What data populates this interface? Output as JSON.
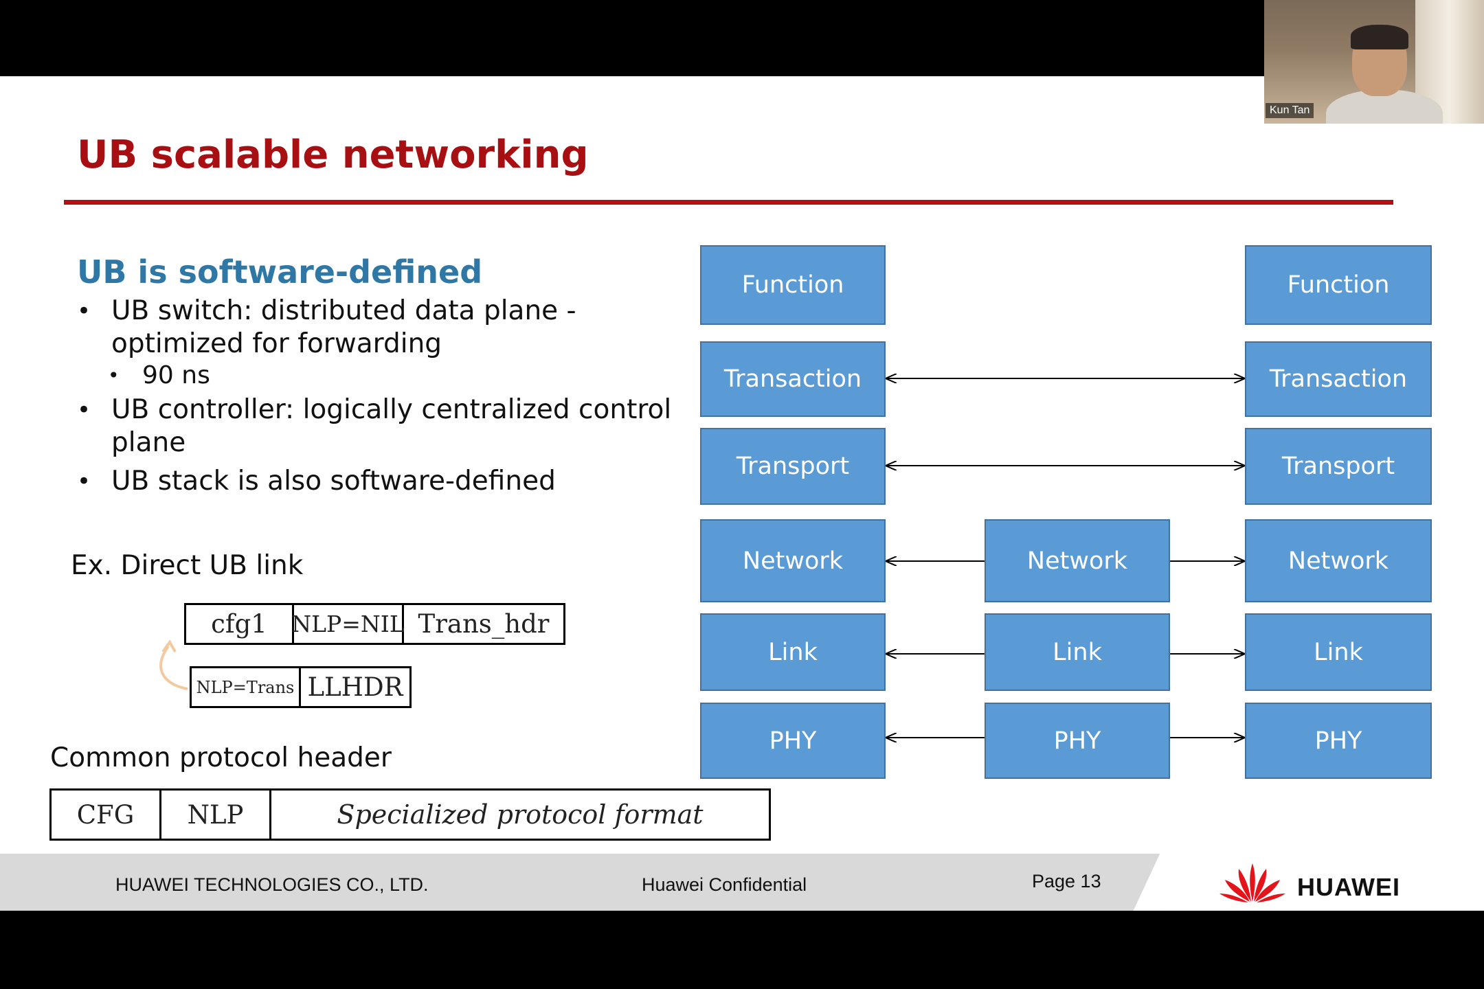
{
  "slide": {
    "title": "UB scalable networking",
    "subtitle": "UB is software-defined",
    "bullets": [
      "UB switch: distributed data plane - optimized for forwarding",
      "90 ns",
      "UB controller: logically centralized control plane",
      "UB stack is also software-defined"
    ],
    "example_label": "Ex. Direct UB link",
    "example_row1": [
      "cfg1",
      "NLP=NIL",
      "Trans_hdr"
    ],
    "example_row2": [
      "NLP=Trans",
      "LLHDR"
    ],
    "common_label": "Common protocol header",
    "common_row": [
      "CFG",
      "NLP",
      "Specialized protocol format"
    ]
  },
  "diagram": {
    "left_stack": [
      "Function",
      "Transaction",
      "Transport",
      "Network",
      "Link",
      "PHY"
    ],
    "middle_stack": [
      "Network",
      "Link",
      "PHY"
    ],
    "right_stack": [
      "Function",
      "Transaction",
      "Transport",
      "Network",
      "Link",
      "PHY"
    ],
    "box_color": "#5b9bd5"
  },
  "footer": {
    "company": "HUAWEI TECHNOLOGIES CO., LTD.",
    "confidential": "Huawei Confidential",
    "page": "Page 13",
    "logo": "HUAWEI"
  },
  "webcam": {
    "participant_name": "Kun Tan"
  },
  "colors": {
    "title": "#a80f13",
    "subtitle": "#2f78a6",
    "rule": "#b21016",
    "logo_red": "#e3151b"
  }
}
